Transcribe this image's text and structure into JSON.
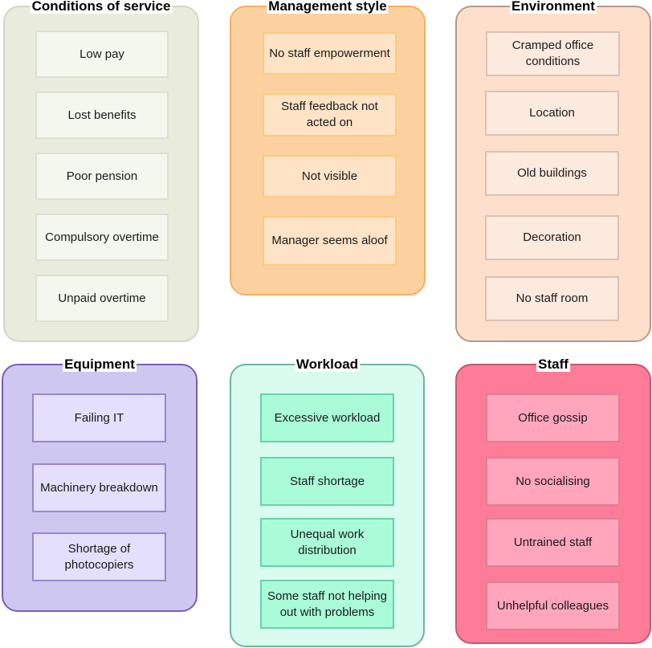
{
  "groups": [
    {
      "title": "Conditions of service",
      "colors": {
        "fill": "#e9ecdc",
        "stroke": "#d2d6c4",
        "item_fill": "#f4f7ee",
        "item_stroke": "#dde0d2"
      },
      "items": [
        "Low pay",
        "Lost benefits",
        "Poor pension",
        "Compulsory overtime",
        "Unpaid overtime"
      ]
    },
    {
      "title": "Management style",
      "colors": {
        "fill": "#fdd19f",
        "stroke": "#f5b05e",
        "item_fill": "#fee3c6",
        "item_stroke": "#fdca7a"
      },
      "items": [
        "No staff empowerment",
        "Staff feedback not acted on",
        "Not visible",
        "Manager seems aloof"
      ]
    },
    {
      "title": "Environment",
      "colors": {
        "fill": "#fddfcc",
        "stroke": "#b59a8c",
        "item_fill": "#fdeadf",
        "item_stroke": "#dcc2b4"
      },
      "items": [
        "Cramped office conditions",
        "Location",
        "Old buildings",
        "Decoration",
        "No staff room"
      ]
    },
    {
      "title": "Equipment",
      "colors": {
        "fill": "#cec8f0",
        "stroke": "#7a5cbc",
        "item_fill": "#e3dffc",
        "item_stroke": "#9a85cf"
      },
      "items": [
        "Failing IT",
        "Machinery breakdown",
        "Shortage of photocopiers"
      ]
    },
    {
      "title": "Workload",
      "colors": {
        "fill": "#d9fcef",
        "stroke": "#6fb4a0",
        "item_fill": "#aafcd8",
        "item_stroke": "#66d0b0"
      },
      "items": [
        "Excessive workload",
        "Staff shortage",
        "Unequal work distribution",
        "Some staff not helping out with problems"
      ]
    },
    {
      "title": "Staff",
      "colors": {
        "fill": "#ff7c99",
        "stroke": "#c05a74",
        "item_fill": "#ffa6bc",
        "item_stroke": "#d98096"
      },
      "items": [
        "Office gossip",
        "No socialising",
        "Untrained staff",
        "Unhelpful colleagues"
      ]
    }
  ]
}
